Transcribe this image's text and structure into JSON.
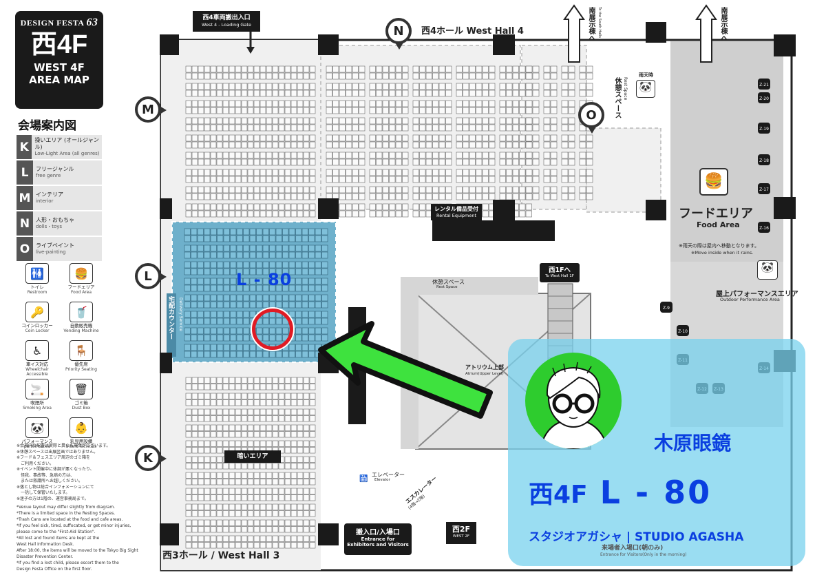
{
  "brand": {
    "event_name": "DESIGN FESTA",
    "vol": "63",
    "floor_jp": "西4F",
    "floor_en_1": "WEST 4F",
    "floor_en_2": "AREA MAP"
  },
  "legend": {
    "title": "会場案内図",
    "areas": [
      {
        "letter": "K",
        "jp": "操いエリア (オールジャンル)",
        "en": "Low-Light Area (all genres)"
      },
      {
        "letter": "L",
        "jp": "フリージャンル",
        "en": "free genre"
      },
      {
        "letter": "M",
        "jp": "インテリア",
        "en": "interior"
      },
      {
        "letter": "N",
        "jp": "人形・おもちゃ",
        "en": "dolls・toys"
      },
      {
        "letter": "O",
        "jp": "ライブペイント",
        "en": "live-painting"
      }
    ],
    "icons": [
      {
        "name": "restroom-icon",
        "glyph": "🚻",
        "jp": "トイレ",
        "en": "Restroom"
      },
      {
        "name": "food-area-icon",
        "glyph": "🍔",
        "jp": "フードエリア",
        "en": "Food Area"
      },
      {
        "name": "coin-locker-icon",
        "glyph": "🔑",
        "jp": "コインロッカー",
        "en": "Coin Locker"
      },
      {
        "name": "vending-machine-icon",
        "glyph": "🥤",
        "jp": "自動販売機",
        "en": "Vending Machine"
      },
      {
        "name": "wheelchair-icon",
        "glyph": "♿",
        "jp": "車イス対応",
        "en": "Wheelchair Accessible"
      },
      {
        "name": "priority-seating-icon",
        "glyph": "🪑",
        "jp": "優先席",
        "en": "Priority Seating"
      },
      {
        "name": "smoking-area-icon",
        "glyph": "🚬",
        "jp": "喫煙所",
        "en": "Smoking Area"
      },
      {
        "name": "dust-box-icon",
        "glyph": "🗑",
        "jp": "ゴミ箱",
        "en": "Dust Box"
      },
      {
        "name": "performance-icon",
        "glyph": "🐼",
        "jp": "パフォーマンス",
        "en": "performance"
      },
      {
        "name": "infant-facilities-icon",
        "glyph": "👶",
        "jp": "乳児用設備",
        "en": "Infant facilities"
      }
    ],
    "notes_jp": [
      "※会場内の配置は実際と異なる場合がございます。",
      "※休憩スペースは出展区画ではありません。",
      "※フード＆フェスエリア周辺のゴミ箱を",
      "　ご利用ください。",
      "※イベント開催中に体調が悪くなったり、",
      "　怪我、事故等、急病の方は、",
      "　または救護所へお越しください。",
      "※落とし物は総合インフォメーションにて",
      "　一括して保管いたします。",
      "※迷子の方は1階の、運営事務局まで。"
    ],
    "notes_en": [
      "*Venue layout may differ slightly from diagram.",
      "*There is a limited space in the Resting Spaces.",
      "*Trash Cans are located at the food and cafe areas.",
      "*If you feel sick, tired, suffocated, or get minor injuries,",
      "  please come to the \"First-Aid Station\".",
      "*All lost and found items are kept at the",
      "  West Hall Information Desk.",
      "  After 18:00, the items will be moved to the Tokyo Big Sight",
      "  Disaster Prevention Center.",
      "*If you find a lost child, please escort them to the",
      "  Design Festa Office on the first floor."
    ]
  },
  "map": {
    "loading_gate_jp": "西4車両搬出入口",
    "loading_gate_en": "West 4 - Loading Gate",
    "west_hall_4": "西4ホール West Hall 4",
    "west_hall_3": "西3ホール / West Hall 3",
    "south_building_1": "南展示棟へ",
    "south_building_2": "南展示棟へ",
    "to_south_en": "To the South Halls",
    "rest_space_jp": "休憩スペース",
    "rest_space_en": "Rest Space",
    "rainy_jp": "雨天時",
    "rental_jp": "レンタル備品受付",
    "rental_en": "Rental Equipment",
    "food_area_jp": "フードエリア",
    "food_area_en": "Food Area",
    "rain_note_jp": "※雨天の際は屋内へ移動となります。",
    "rain_note_en": "※Move inside when it rains.",
    "outdoor_perf_jp": "屋上パフォーマンスエリア",
    "outdoor_perf_en": "Outdoor Performance Area",
    "to_1f_jp": "西1Fへ",
    "to_1f_en": "To West Hall 1F",
    "delivery_jp": "宅配カウンター",
    "delivery_en": "Delivery Service",
    "atrium_jp": "アトリウム上部",
    "atrium_en": "Atrium(Upper Level)",
    "rest_space2_jp": "休憩スペース",
    "rest_space2_en": "Rest Space",
    "low_light_label": "暗いエリア",
    "elevator_jp": "エレベーター",
    "elevator_en": "Elevator",
    "escalator_jp": "エスカレーター",
    "escalator_sub": "(4階→2階)",
    "entrance_jp": "搬入口/入場口",
    "entrance_en1": "Entrance for",
    "entrance_en2": "Exhibitors and Visitors",
    "west2f_jp": "西2F",
    "west2f_en": "WEST 2F",
    "visitor_entrance_jp": "来場者入場口(朝のみ)",
    "visitor_entrance_en": "Entrance for Visitors(Only in the morning)",
    "pins": {
      "N": "N",
      "M": "M",
      "L": "L",
      "K": "K",
      "O": "O"
    },
    "highlight_label": "L - 80",
    "zones": [
      "Z-21",
      "Z-20",
      "Z-19",
      "Z-18",
      "Z-17",
      "Z-16",
      "Z-9",
      "Z-10",
      "Z-11",
      "Z-14",
      "Z-12",
      "Z-13"
    ]
  },
  "promo": {
    "circle_name": "木原眼鏡",
    "booth_prefix": "西4F",
    "booth_code": "L - 80",
    "studio": "スタジオアガシャ | STUDIO AGASHA"
  },
  "colors": {
    "highlight_block": "#5fa8c6",
    "highlight_text": "#0a3fe0",
    "arrow_fill": "#3ee23e",
    "promo_bg": "#78d2ee",
    "target_ring": "#e01b24"
  }
}
